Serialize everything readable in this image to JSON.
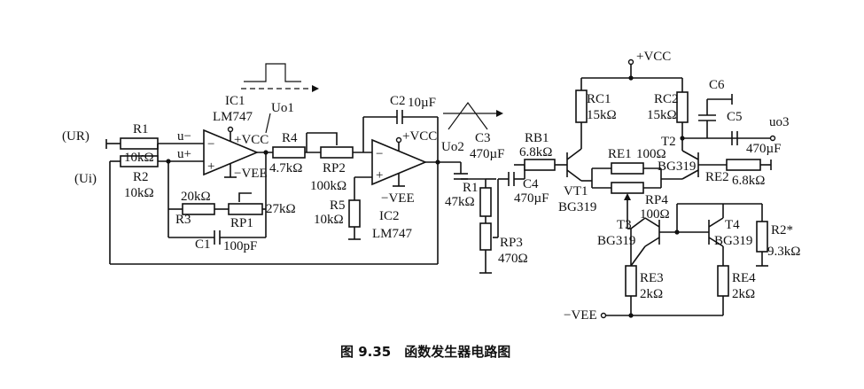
{
  "caption": "图 9.35　函数发生器电路图",
  "labels": {
    "ur": "(UR)",
    "ui": "(Ui)",
    "u_minus": "u−",
    "u_plus": "u+",
    "r1": "R1",
    "r1_val": "10kΩ",
    "r2": "R2",
    "r2_val": "10kΩ",
    "r3": "R3",
    "r3_val": "20kΩ",
    "rp1": "RP1",
    "rp1_val": "27kΩ",
    "c1": "C1",
    "c1_val": "100pF",
    "ic1": "IC1",
    "ic1_type": "LM747",
    "vcc1": "+VCC",
    "vee1": "−VEE",
    "uo1": "Uo1",
    "r4": "R4",
    "r4_val": "4.7kΩ",
    "rp2": "RP2",
    "rp2_val": "100kΩ",
    "r5": "R5",
    "r5_val": "10kΩ",
    "c2": "C2",
    "c2_val": "10µF",
    "ic2": "IC2",
    "ic2_type": "LM747",
    "vcc2": "+VCC",
    "vee2": "−VEE",
    "uo2": "Uo2",
    "c3": "C3",
    "c3_val": "470µF",
    "r1b": "R1",
    "r1b_val": "47kΩ",
    "rp3": "RP3",
    "rp3_val": "470Ω",
    "rb1": "RB1",
    "rb1_val": "6.8kΩ",
    "c4": "C4",
    "c4_val": "470µF",
    "vt1": "VT1",
    "vt1_type": "BG319",
    "rc1": "RC1",
    "rc1_val": "15kΩ",
    "rc2": "RC2",
    "rc2_val": "15kΩ",
    "vcc3": "+VCC",
    "c6": "C6",
    "c5": "C5",
    "c5_val": "470µF",
    "uo3": "uo3",
    "t2": "T2",
    "t2_type": "BG319",
    "re1": "RE1",
    "re1_val": "100Ω",
    "re2": "RE2",
    "re2_val": "6.8kΩ",
    "rp4": "RP4",
    "rp4_val": "100Ω",
    "t3": "T3",
    "t3_type": "BG319",
    "t4": "T4",
    "t4_type": "BG319",
    "r2s": "R2*",
    "r2s_val": "9.3kΩ",
    "re3": "RE3",
    "re3_val": "2kΩ",
    "re4": "RE4",
    "re4_val": "2kΩ",
    "vee3": "−VEE"
  }
}
